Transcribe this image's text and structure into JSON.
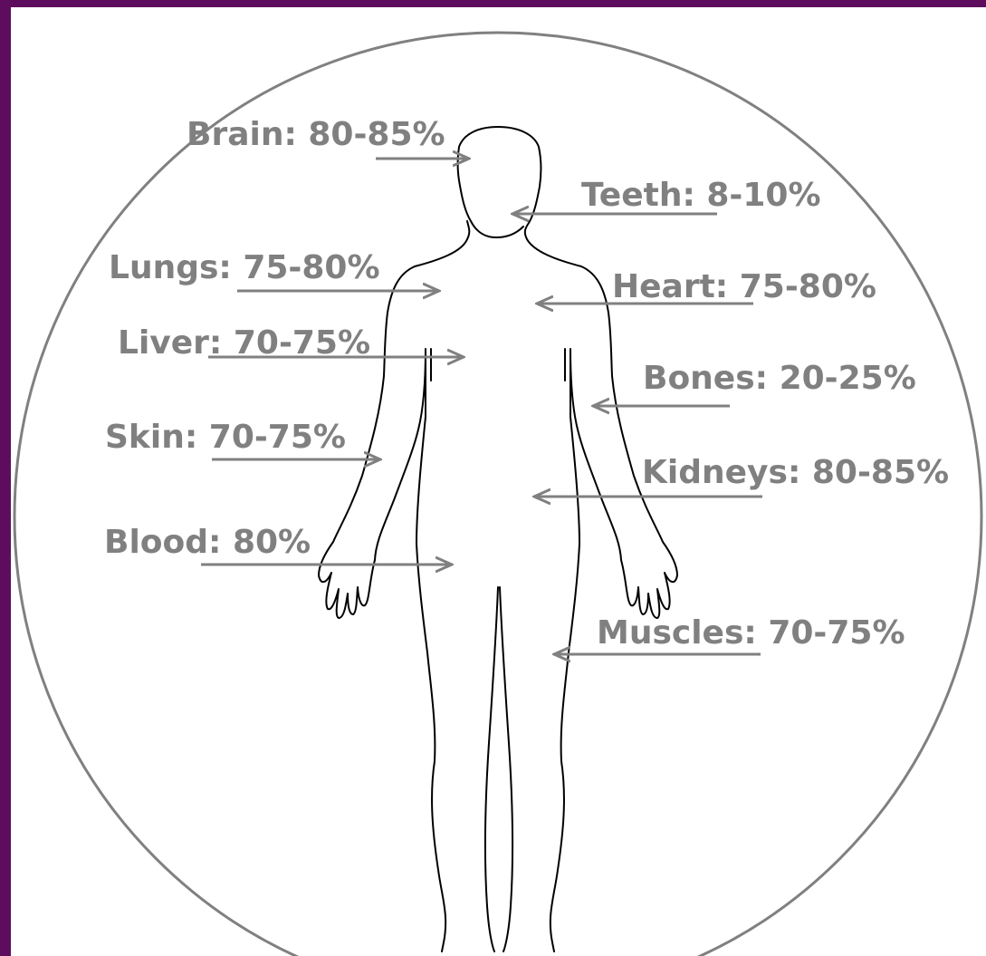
{
  "colors": {
    "frame": "#5e0d5e",
    "panel": "#ffffff",
    "label": "#808080",
    "circle": "#808080",
    "outline": "#000000"
  },
  "icons": {
    "figure": "human-body-outline-icon",
    "arrow": "arrow-icon"
  },
  "labels": {
    "brain": "Brain: 80-85%",
    "teeth": "Teeth: 8-10%",
    "lungs": "Lungs: 75-80%",
    "heart": "Heart: 75-80%",
    "liver": "Liver: 70-75%",
    "bones": "Bones: 20-25%",
    "skin": "Skin: 70-75%",
    "kidneys": "Kidneys: 80-85%",
    "blood": "Blood: 80%",
    "muscles": "Muscles: 70-75%"
  }
}
